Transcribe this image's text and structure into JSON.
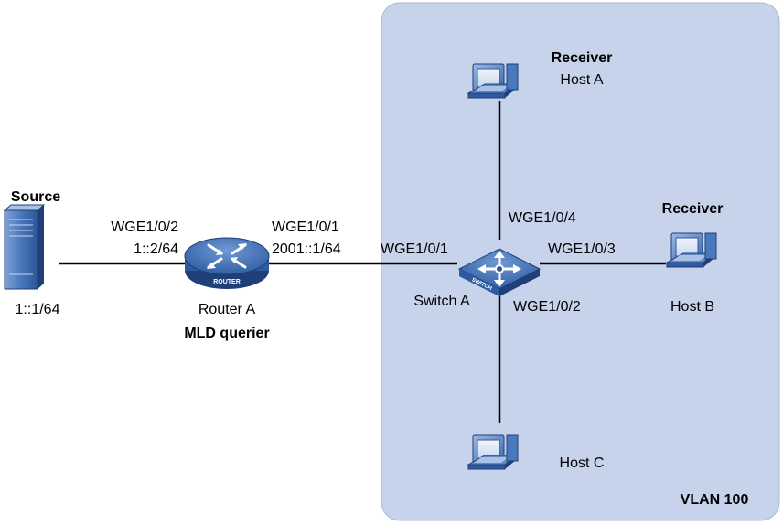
{
  "colors": {
    "vlan_fill": "#c6d3eb",
    "vlan_stroke": "#a9b9d8",
    "link": "#000000",
    "device_blue": "#3b6fb6",
    "device_dark": "#1f3f78",
    "device_light": "#8fb0de"
  },
  "vlan": {
    "label": "VLAN 100"
  },
  "source": {
    "role": "Source",
    "address": "1::1/64",
    "icon": "server-icon"
  },
  "router": {
    "name": "Router A",
    "role": "MLD querier",
    "badge": "ROUTER",
    "left_port": "WGE1/0/2",
    "left_address": "1::2/64",
    "right_port": "WGE1/0/1",
    "right_address": "2001::1/64",
    "icon": "router-icon"
  },
  "switch": {
    "name": "Switch A",
    "badge": "SWITCH",
    "port_west": "WGE1/0/1",
    "port_north": "WGE1/0/4",
    "port_east": "WGE1/0/3",
    "port_south": "WGE1/0/2",
    "icon": "switch-icon"
  },
  "hosts": {
    "a": {
      "name": "Host A",
      "role": "Receiver",
      "icon": "computer-icon"
    },
    "b": {
      "name": "Host B",
      "role": "Receiver",
      "icon": "computer-icon"
    },
    "c": {
      "name": "Host C",
      "role": "",
      "icon": "computer-icon"
    }
  }
}
